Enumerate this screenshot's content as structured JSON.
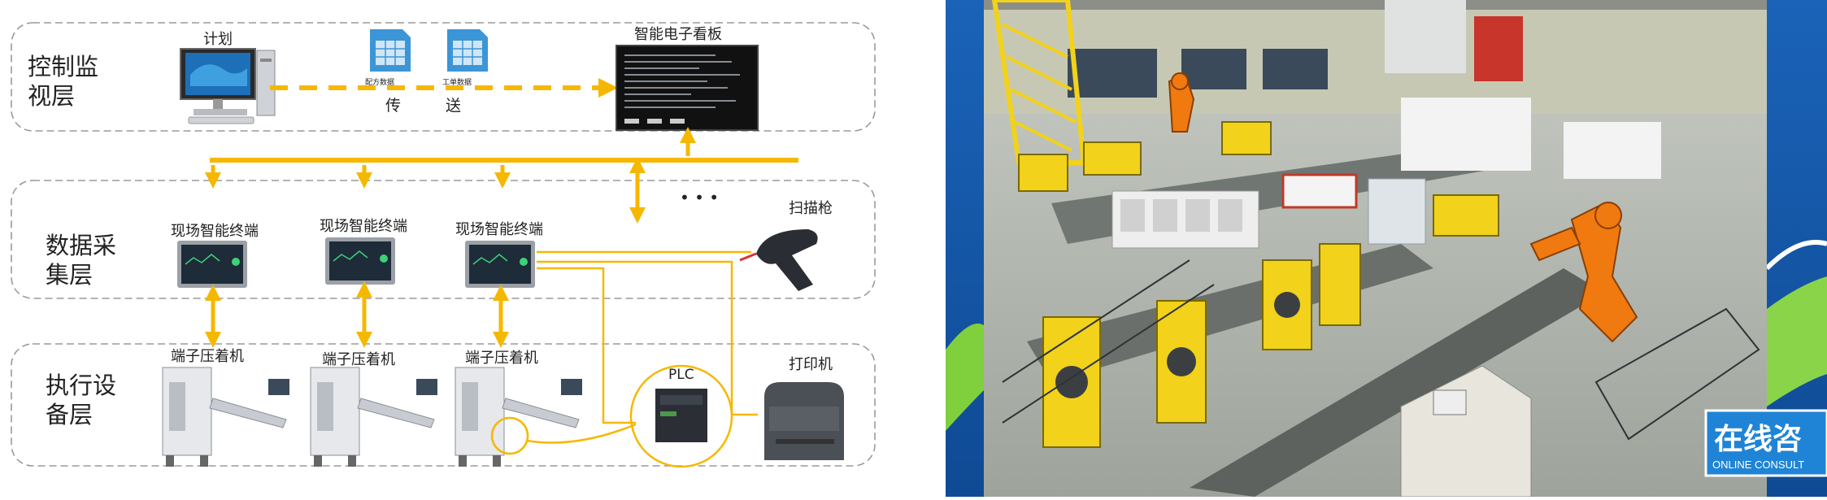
{
  "layers": [
    {
      "label_line1": "控制监",
      "label_line2": "视层"
    },
    {
      "label_line1": "数据采",
      "label_line2": "集层"
    },
    {
      "label_line1": "执行设",
      "label_line2": "备层"
    }
  ],
  "control": {
    "plan_label": "计划",
    "doc1_label": "配方数据",
    "doc2_label": "工单数据",
    "transfer_char1": "传",
    "transfer_char2": "送",
    "board_label": "智能电子看板"
  },
  "data_layer": {
    "terminal_label": "现场智能终端",
    "ellipsis": "• • •",
    "scanner_label": "扫描枪"
  },
  "exec_layer": {
    "machine_label": "端子压着机",
    "plc_label": "PLC",
    "printer_label": "打印机"
  },
  "colors": {
    "flow": "#f5b800",
    "border": "#9a9a9a",
    "robot": "#f07a10",
    "machine": "#f2d21a",
    "badge": "#1f84d6"
  },
  "badge": {
    "title": "在线咨",
    "subtitle": "ONLINE CONSULT"
  }
}
